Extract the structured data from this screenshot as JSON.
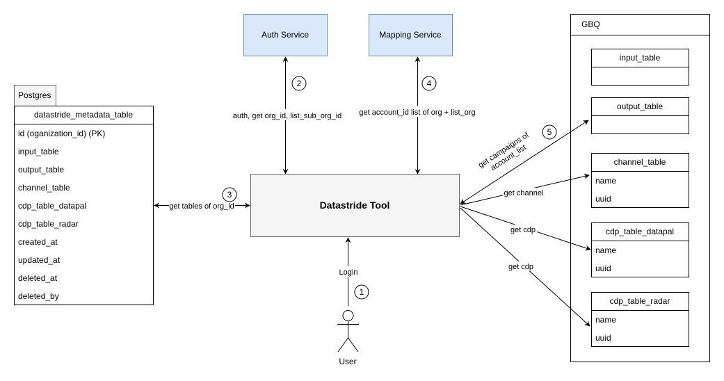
{
  "services": {
    "auth": "Auth Service",
    "mapping": "Mapping Service"
  },
  "tool": "Datastride Tool",
  "postgres": {
    "tab": "Postgres",
    "table": {
      "name": "datastride_metadata_table",
      "fields": [
        "id (oganization_id) (PK)",
        "input_table",
        "output_table",
        "channel_table",
        "cdp_table_datapal",
        "cdp_table_radar",
        "created_at",
        "updated_at",
        "deleted_at",
        "deleted_by"
      ]
    }
  },
  "gbq": {
    "title": "GBQ",
    "tables": [
      {
        "name": "input_table",
        "fields": []
      },
      {
        "name": "output_table",
        "fields": []
      },
      {
        "name": "channel_table",
        "fields": [
          "name",
          "uuid"
        ]
      },
      {
        "name": "cdp_table_datapal",
        "fields": [
          "name",
          "uuid"
        ]
      },
      {
        "name": "cdp_table_radar",
        "fields": [
          "name",
          "uuid"
        ]
      }
    ]
  },
  "user": "User",
  "edges": {
    "login": "Login",
    "auth": "auth, get org_id, list_sub_org_id",
    "mapping": "get account_id list of org + list_org",
    "postgres": "get tables of org_id",
    "campaigns_line1": "get campaigns of",
    "campaigns_line2": "account_list",
    "channel": "get channel",
    "cdp1": "get cdp",
    "cdp2": "get cdp"
  },
  "steps": [
    "1",
    "2",
    "3",
    "4",
    "5"
  ]
}
